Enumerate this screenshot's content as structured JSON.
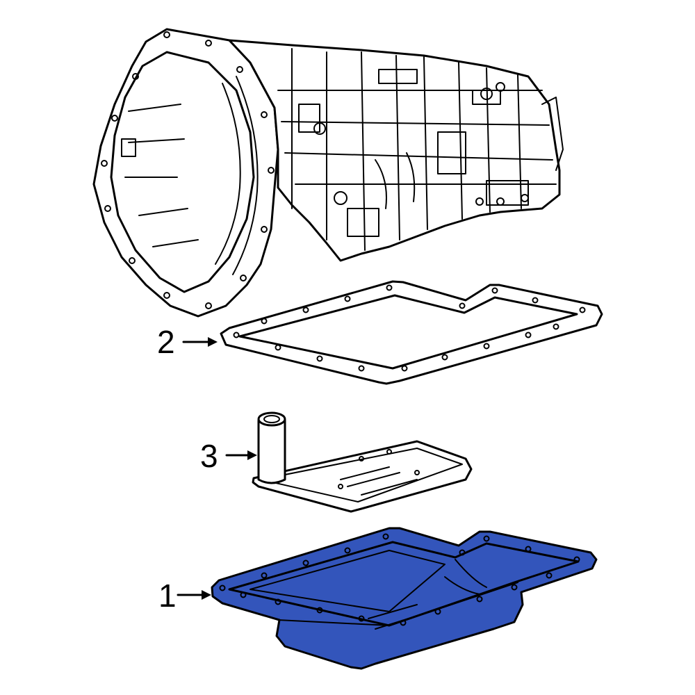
{
  "callouts": [
    {
      "number": "1"
    },
    {
      "number": "2"
    },
    {
      "number": "3"
    }
  ],
  "highlight_color": "#3355bb"
}
